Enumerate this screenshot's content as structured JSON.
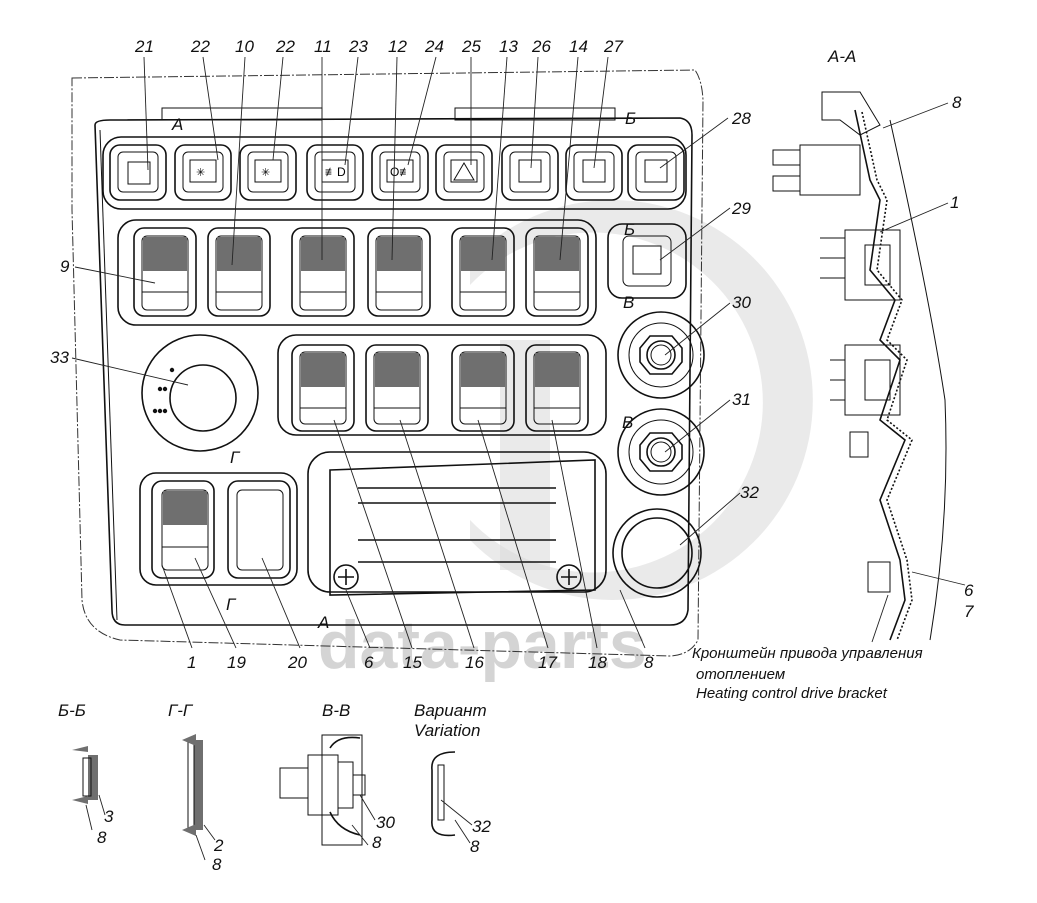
{
  "watermark": "data-parts",
  "main_view": {
    "top_callouts": [
      "21",
      "22",
      "10",
      "22",
      "11",
      "23",
      "12",
      "24",
      "25",
      "13",
      "26",
      "14",
      "27"
    ],
    "right_callouts": [
      "28",
      "29",
      "30",
      "31",
      "32"
    ],
    "left_callouts": [
      "9",
      "33"
    ],
    "bottom_callouts": [
      "1",
      "19",
      "20",
      "6",
      "15",
      "16",
      "17",
      "18",
      "8"
    ],
    "section_marks": {
      "a": "А",
      "b": "Б",
      "v": "В",
      "g": "Г"
    },
    "top_row_icons": [
      "blank",
      "interior-light-icon",
      "interior-light-icon",
      "fog-light-icon",
      "rear-fog-light-icon",
      "hazard-triangle-icon",
      "blank",
      "blank",
      "blank"
    ]
  },
  "section_aa": {
    "title": "А-А",
    "callouts": [
      "8",
      "1",
      "6",
      "7"
    ],
    "caption_ru_1": "Кронштейн привода управления",
    "caption_ru_2": "отоплением",
    "caption_en": "Heating control drive bracket"
  },
  "sections_bottom": [
    {
      "title": "Б-Б",
      "callouts": [
        "3",
        "8"
      ]
    },
    {
      "title": "Г-Г",
      "callouts": [
        "2",
        "8"
      ]
    },
    {
      "title": "В-В",
      "callouts": [
        "30",
        "8"
      ]
    },
    {
      "title": "Вариант",
      "subtitle": "Variation",
      "callouts": [
        "32",
        "8"
      ]
    }
  ]
}
